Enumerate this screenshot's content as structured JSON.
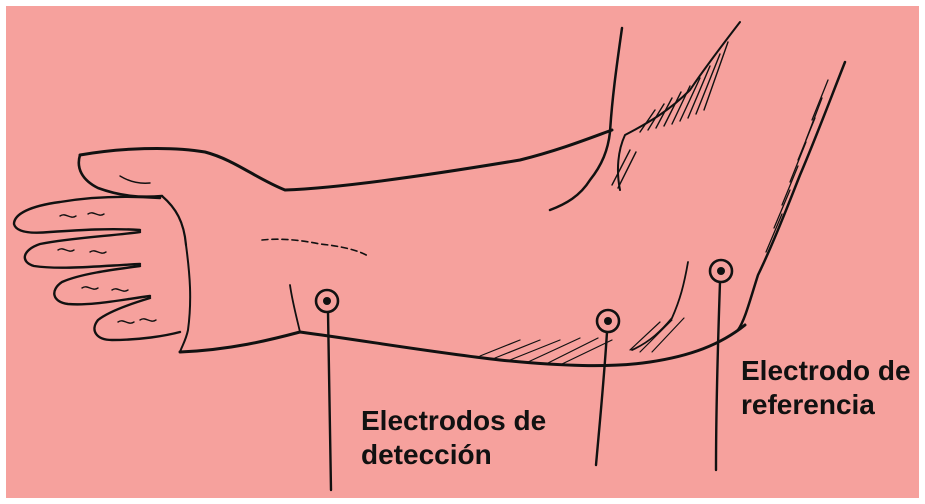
{
  "labels": {
    "detection": {
      "line1": "Electrodos de",
      "line2": "detección"
    },
    "reference": {
      "line1": "Electrodo de",
      "line2": "referencia"
    }
  },
  "colors": {
    "background": "#f6a19d",
    "ink": "#111111"
  },
  "icons": {
    "electrode": "circle-electrode-icon"
  }
}
